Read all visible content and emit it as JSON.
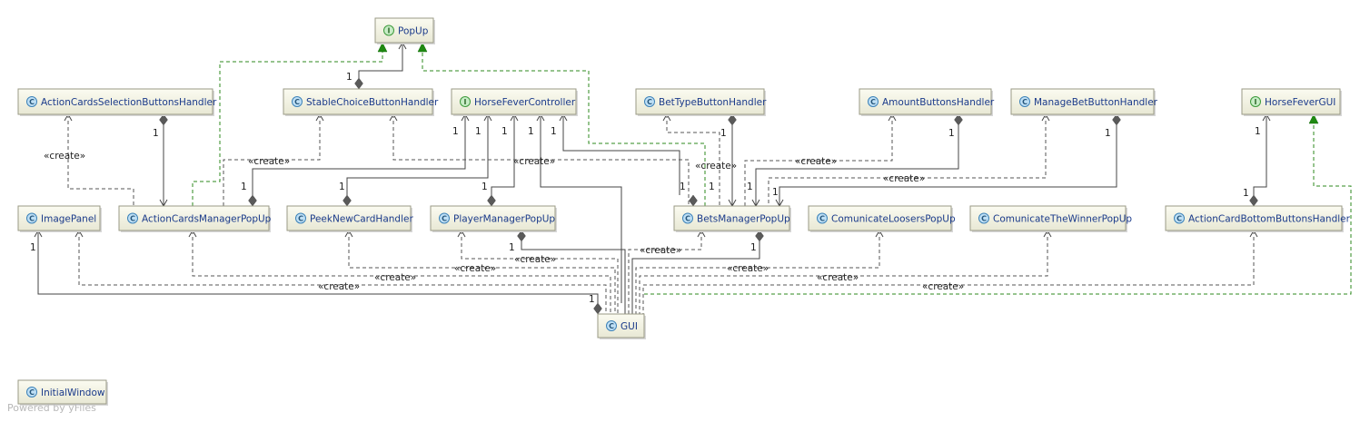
{
  "watermark": "Powered by yFiles",
  "stereotype_create": "«create»",
  "multiplicity": "1",
  "nodes": [
    {
      "id": "PopUp",
      "label": "PopUp",
      "kind": "interface",
      "badge": "I"
    },
    {
      "id": "ActionCardsSelectionButtonsHandler",
      "label": "ActionCardsSelectionButtonsHandler",
      "kind": "class",
      "badge": "C"
    },
    {
      "id": "StableChoiceButtonHandler",
      "label": "StableChoiceButtonHandler",
      "kind": "class",
      "badge": "C"
    },
    {
      "id": "HorseFeverController",
      "label": "HorseFeverController",
      "kind": "interface",
      "badge": "I"
    },
    {
      "id": "BetTypeButtonHandler",
      "label": "BetTypeButtonHandler",
      "kind": "class",
      "badge": "C"
    },
    {
      "id": "AmountButtonsHandler",
      "label": "AmountButtonsHandler",
      "kind": "class",
      "badge": "C"
    },
    {
      "id": "ManageBetButtonHandler",
      "label": "ManageBetButtonHandler",
      "kind": "class",
      "badge": "C"
    },
    {
      "id": "HorseFeverGUI",
      "label": "HorseFeverGUI",
      "kind": "interface",
      "badge": "I"
    },
    {
      "id": "ImagePanel",
      "label": "ImagePanel",
      "kind": "class",
      "badge": "C"
    },
    {
      "id": "ActionCardsManagerPopUp",
      "label": "ActionCardsManagerPopUp",
      "kind": "class",
      "badge": "C"
    },
    {
      "id": "PeekNewCardHandler",
      "label": "PeekNewCardHandler",
      "kind": "class",
      "badge": "C"
    },
    {
      "id": "PlayerManagerPopUp",
      "label": "PlayerManagerPopUp",
      "kind": "class",
      "badge": "C"
    },
    {
      "id": "BetsManagerPopUp",
      "label": "BetsManagerPopUp",
      "kind": "class",
      "badge": "C"
    },
    {
      "id": "ComunicateLoosersPopUp",
      "label": "ComunicateLoosersPopUp",
      "kind": "class",
      "badge": "C"
    },
    {
      "id": "ComunicateTheWinnerPopUp",
      "label": "ComunicateTheWinnerPopUp",
      "kind": "class",
      "badge": "C"
    },
    {
      "id": "ActionCardBottomButtonsHandler",
      "label": "ActionCardBottomButtonsHandler",
      "kind": "class",
      "badge": "C"
    },
    {
      "id": "GUI",
      "label": "GUI",
      "kind": "class",
      "badge": "C"
    },
    {
      "id": "InitialWindow",
      "label": "InitialWindow",
      "kind": "class",
      "badge": "C"
    }
  ]
}
